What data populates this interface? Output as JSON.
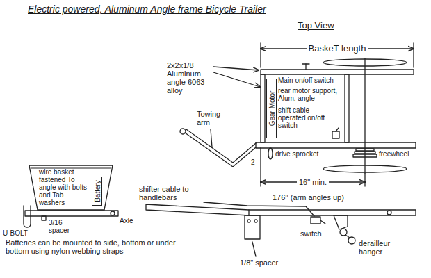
{
  "diagram": {
    "title": "Electric powered, Aluminum Angle frame Bicycle Trailer",
    "nodes": [
      {
        "text": [
          "Gear Motor"
        ]
      },
      {
        "text": [
          "wire basket fastened To angle with bolts and Tab washers"
        ]
      },
      {
        "text": [
          "Battery"
        ],
        "in": 1
      }
    ],
    "labels": [
      "Top View",
      "BaskeT length",
      "2x2x1/8 Aluminum angle 6063 alloy",
      "Main on/off switch",
      "rear motor support, Alum. angle",
      "shift cable operated on/off switch",
      "Towing arm",
      "drive sprocket",
      "2",
      "16\" min.",
      "freewheel",
      "U-BOLT",
      "3/16 spacer",
      "Axle",
      "Batteries can be mounted to side, bottom or under bottom using nylon webbing straps",
      "shifter cable to handlebars",
      "176° (arm angles up)",
      "switch",
      "1/8\" spacer",
      "derailleur hanger"
    ]
  }
}
